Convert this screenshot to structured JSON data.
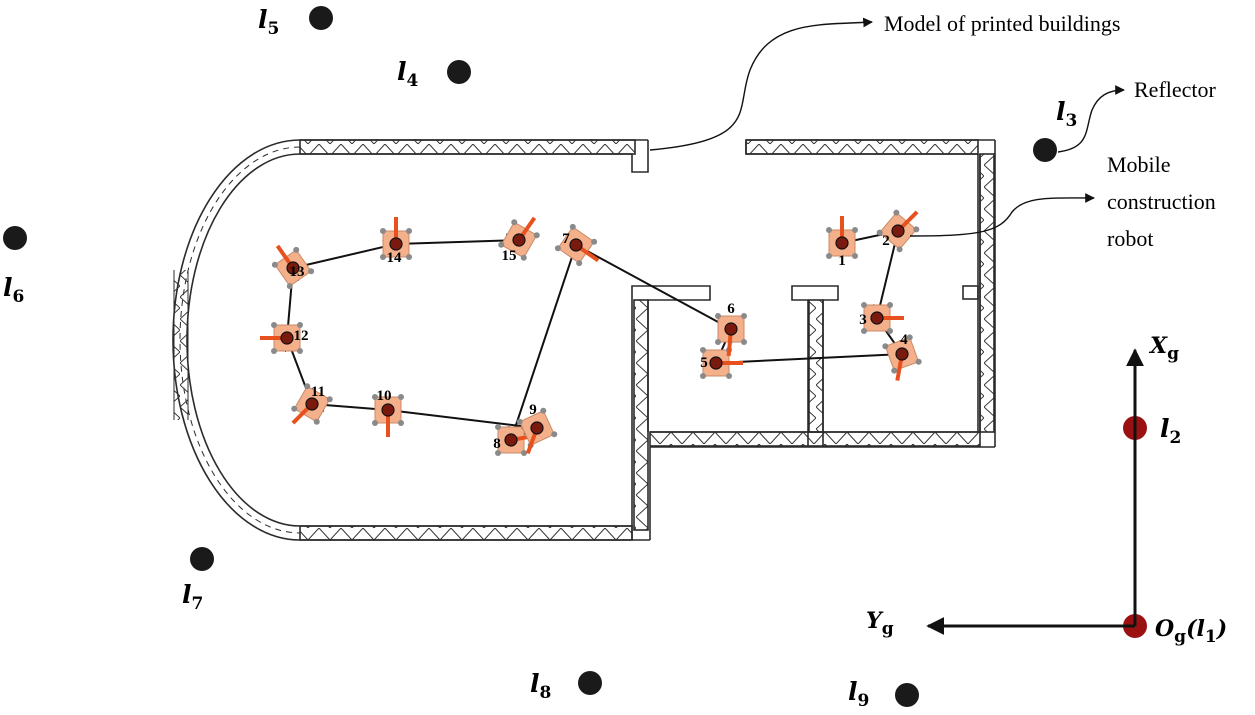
{
  "annotations": {
    "building": "Model of printed buildings",
    "reflector": "Reflector",
    "robot_line1": "Mobile",
    "robot_line2": "construction",
    "robot_line3": "robot"
  },
  "landmarks": [
    {
      "name": "l",
      "sub": "1"
    },
    {
      "name": "l",
      "sub": "2"
    },
    {
      "name": "l",
      "sub": "3"
    },
    {
      "name": "l",
      "sub": "4"
    },
    {
      "name": "l",
      "sub": "5"
    },
    {
      "name": "l",
      "sub": "6"
    },
    {
      "name": "l",
      "sub": "7"
    },
    {
      "name": "l",
      "sub": "8"
    },
    {
      "name": "l",
      "sub": "9"
    }
  ],
  "axes": {
    "x_name": "X",
    "x_sub": "g",
    "y_name": "Y",
    "y_sub": "g",
    "origin_name": "O",
    "origin_sub": "g",
    "origin_suffix": "(l",
    "origin_suffix_sub": "1",
    "origin_close": ")"
  },
  "robot_stops": [
    "1",
    "2",
    "3",
    "4",
    "5",
    "6",
    "7",
    "8",
    "9",
    "10",
    "11",
    "12",
    "13",
    "14",
    "15"
  ],
  "colors": {
    "landmark": "#1a1a1a",
    "origin_marker": "#9b1111",
    "robot_body": "#f4b08a",
    "robot_heading": "#e8501e",
    "path": "#111111",
    "wall": "#2b2b2b"
  }
}
